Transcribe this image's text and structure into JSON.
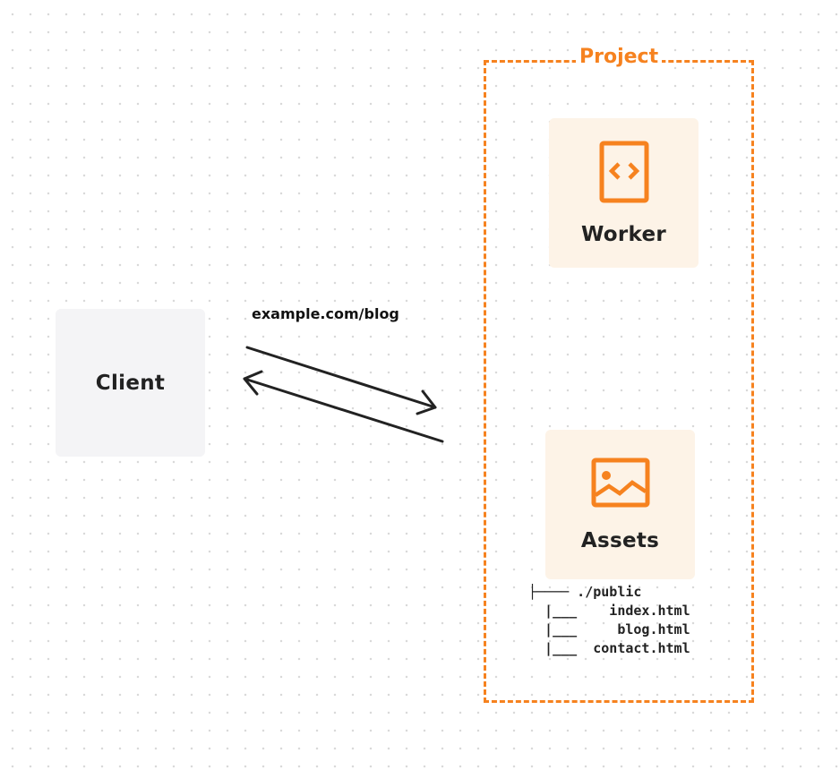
{
  "client": {
    "label": "Client"
  },
  "request": {
    "url": "example.com/blog"
  },
  "project": {
    "title": "Project",
    "worker": {
      "label": "Worker",
      "icon": "code-file-icon"
    },
    "assets": {
      "label": "Assets",
      "icon": "image-icon",
      "tree": [
        "├──── ./public",
        "  |___    index.html",
        "  |___     blog.html",
        "  |___  contact.html"
      ]
    }
  },
  "colors": {
    "accent": "#f6821f",
    "card_orange": "#fdf3e7",
    "card_gray": "#f4f4f6"
  }
}
